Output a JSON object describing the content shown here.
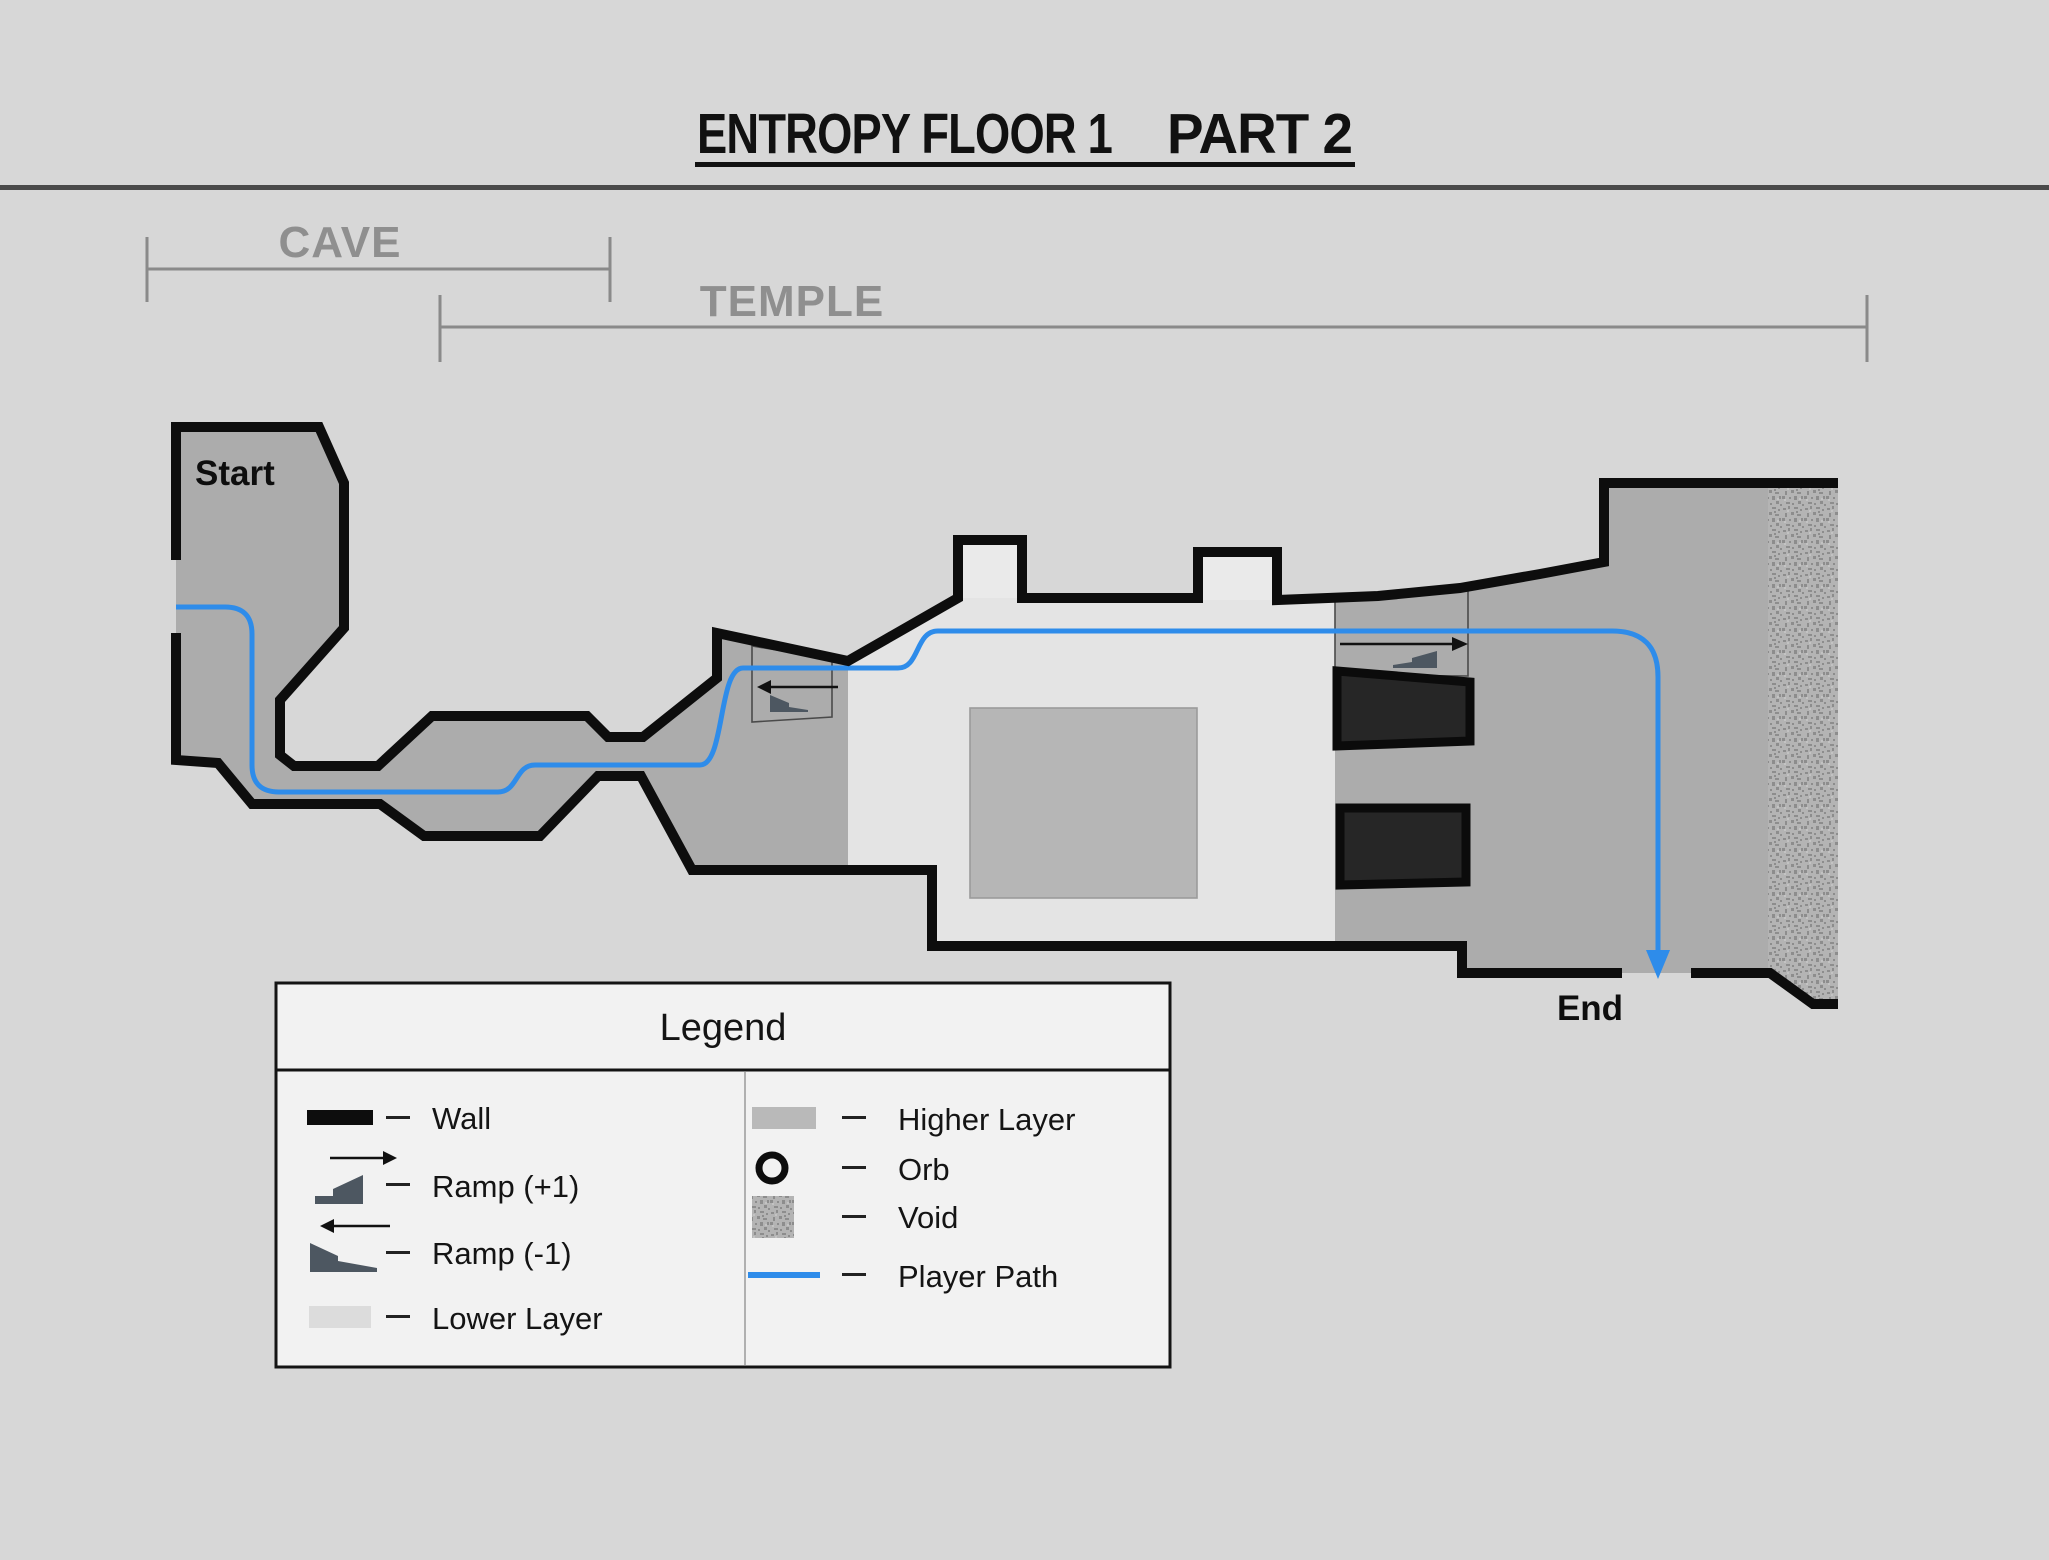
{
  "header": {
    "title_left": "ENTROPY FLOOR 1",
    "title_right": "PART 2"
  },
  "regions": {
    "cave_label": "CAVE",
    "temple_label": "TEMPLE"
  },
  "map": {
    "start_label": "Start",
    "end_label": "End"
  },
  "legend": {
    "title": "Legend",
    "items": {
      "wall": {
        "label": "Wall"
      },
      "ramp_up": {
        "label": "Ramp (+1)"
      },
      "ramp_down": {
        "label": "Ramp (-1)"
      },
      "lower_layer": {
        "label": "Lower Layer"
      },
      "higher_layer": {
        "label": "Higher Layer"
      },
      "orb": {
        "label": "Orb"
      },
      "void": {
        "label": "Void"
      },
      "player_path": {
        "label": "Player Path"
      }
    }
  },
  "colors": {
    "background": "#d7d7d7",
    "cave_fill": "#acacac",
    "floor_fill": "#e4e4e4",
    "bump_fill": "#eaeaea",
    "platform_fill": "#b6b6b6",
    "higher_swatch": "#b9b9b9",
    "lower_swatch": "#dcdcdc",
    "room_fill": "#262626",
    "wall": "#0d0d0d",
    "path_blue": "#2e8cea",
    "ramp_glyph": "#4d5761",
    "bracket_gray": "#8a8a8a",
    "legend_bg": "#f2f2f2"
  }
}
